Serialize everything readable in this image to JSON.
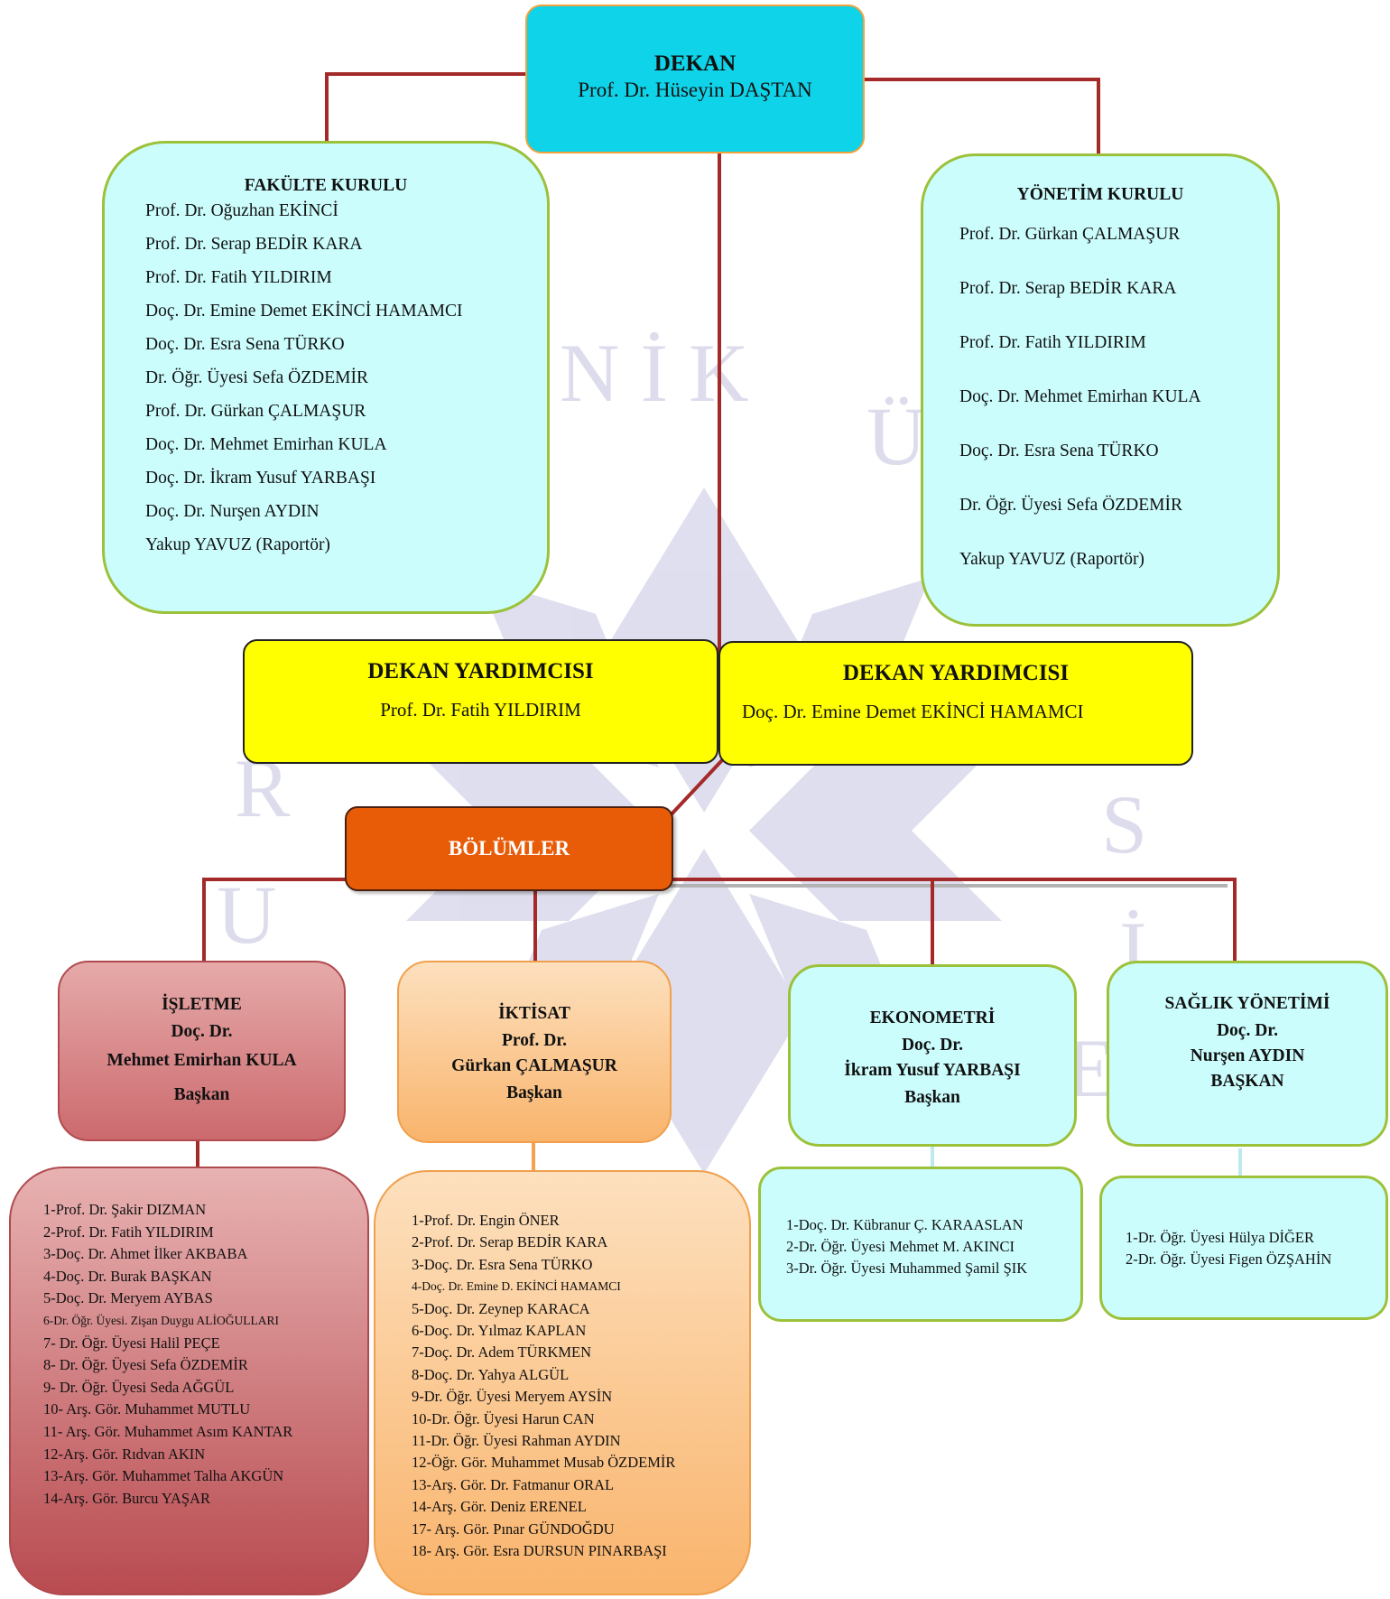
{
  "dekan": {
    "title": "DEKAN",
    "name": "Prof. Dr. Hüseyin DAŞTAN"
  },
  "fakulte_kurulu": {
    "title": "FAKÜLTE KURULU",
    "members": [
      "Prof. Dr. Oğuzhan EKİNCİ",
      "Prof. Dr. Serap BEDİR KARA",
      "Prof. Dr. Fatih YILDIRIM",
      "Doç. Dr. Emine Demet EKİNCİ HAMAMCI",
      "Doç. Dr. Esra Sena TÜRKO",
      "Dr. Öğr. Üyesi Sefa ÖZDEMİR",
      "Prof. Dr. Gürkan ÇALMAŞUR",
      "Doç. Dr. Mehmet Emirhan KULA",
      "Doç. Dr. İkram Yusuf YARBAŞI",
      "Doç. Dr. Nurşen AYDIN",
      "Yakup YAVUZ (Raportör)"
    ]
  },
  "yonetim_kurulu": {
    "title": "YÖNETİM KURULU",
    "members": [
      "Prof. Dr. Gürkan ÇALMAŞUR",
      "Prof. Dr. Serap BEDİR KARA",
      "Prof. Dr. Fatih YILDIRIM",
      "Doç. Dr. Mehmet Emirhan KULA",
      "Doç. Dr. Esra Sena TÜRKO",
      "Dr. Öğr. Üyesi Sefa ÖZDEMİR",
      "Yakup YAVUZ (Raportör)"
    ]
  },
  "dekan_yardimcisi_1": {
    "title": "DEKAN YARDIMCISI",
    "name": "Prof. Dr. Fatih YILDIRIM"
  },
  "dekan_yardimcisi_2": {
    "title": "DEKAN YARDIMCISI",
    "name": "Doç. Dr. Emine Demet EKİNCİ HAMAMCI"
  },
  "bolumler": {
    "title": "BÖLÜMLER"
  },
  "isletme": {
    "head": [
      "İŞLETME",
      "Doç. Dr.",
      "Mehmet Emirhan KULA",
      "Başkan"
    ],
    "members": [
      "1-Prof. Dr. Şakir DIZMAN",
      "2-Prof. Dr. Fatih YILDIRIM",
      "3-Doç. Dr. Ahmet İlker AKBABA",
      "4-Doç. Dr. Burak BAŞKAN",
      "5-Doç. Dr. Meryem AYBAS",
      "6-Dr. Öğr. Üyesi. Zişan Duygu ALİOĞULLARI",
      "7- Dr. Öğr. Üyesi Halil PEÇE",
      "8- Dr. Öğr. Üyesi Sefa ÖZDEMİR",
      "9- Dr. Öğr. Üyesi Seda AĞGÜL",
      "10- Arş. Gör. Muhammet MUTLU",
      "11- Arş. Gör. Muhammet Asım KANTAR",
      "12-Arş. Gör. Rıdvan AKIN",
      "13-Arş. Gör. Muhammet Talha AKGÜN",
      "14-Arş. Gör. Burcu YAŞAR"
    ]
  },
  "iktisat": {
    "head": [
      "İKTİSAT",
      "Prof. Dr.",
      "Gürkan ÇALMAŞUR",
      "Başkan"
    ],
    "members": [
      "1-Prof. Dr. Engin ÖNER",
      "2-Prof. Dr. Serap BEDİR KARA",
      "3-Doç. Dr. Esra Sena TÜRKO",
      "4-Doç. Dr. Emine D. EKİNCİ HAMAMCI",
      "5-Doç. Dr. Zeynep KARACA",
      "6-Doç. Dr. Yılmaz KAPLAN",
      "7-Doç. Dr. Adem TÜRKMEN",
      "8-Doç. Dr. Yahya ALGÜL",
      "9-Dr. Öğr. Üyesi Meryem AYSİN",
      "10-Dr. Öğr. Üyesi Harun CAN",
      "11-Dr. Öğr. Üyesi Rahman AYDIN",
      "12-Öğr. Gör. Muhammet Musab ÖZDEMİR",
      "13-Arş. Gör. Dr. Fatmanur ORAL",
      "14-Arş. Gör. Deniz ERENEL",
      "17- Arş. Gör. Pınar GÜNDOĞDU",
      "18- Arş. Gör. Esra DURSUN PINARBAŞI"
    ]
  },
  "ekonometri": {
    "head": [
      "EKONOMETRİ",
      "Doç. Dr.",
      "İkram Yusuf YARBAŞI",
      "Başkan"
    ],
    "members": [
      "1-Doç. Dr. Kübranur Ç. KARAASLAN",
      "2-Dr. Öğr. Üyesi Mehmet M. AKINCI",
      "3-Dr. Öğr. Üyesi Muhammed Şamil ŞIK"
    ]
  },
  "saglik": {
    "head": [
      "SAĞLIK YÖNETİMİ",
      "Doç. Dr.",
      "Nurşen AYDIN",
      "BAŞKAN"
    ],
    "members": [
      "1-Dr. Öğr. Üyesi Hülya DİĞER",
      "2-Dr. Öğr. Üyesi Figen ÖZŞAHİN"
    ]
  },
  "colors": {
    "connector": "#a42a2a",
    "dekan_bg": "#0fd3e8",
    "kurul_bg": "#ccfdfd",
    "kurul_border": "#9cc13a",
    "yardimci_bg": "#ffff00",
    "bolumler_bg": "#e85c08",
    "isletme_bg": "#d3767a",
    "iktisat_bg": "#fbc58e",
    "ekonometri_bg": "#ccfdfd"
  }
}
